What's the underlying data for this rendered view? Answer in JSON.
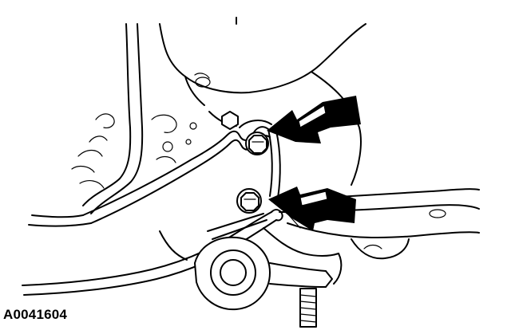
{
  "figure": {
    "id_label": "A0041604"
  },
  "callouts": [
    {
      "name": "arrow-upper",
      "points_to": "upper-bolt"
    },
    {
      "name": "arrow-lower",
      "points_to": "lower-bolt"
    }
  ],
  "colors": {
    "line": "#000000",
    "background": "#ffffff"
  }
}
